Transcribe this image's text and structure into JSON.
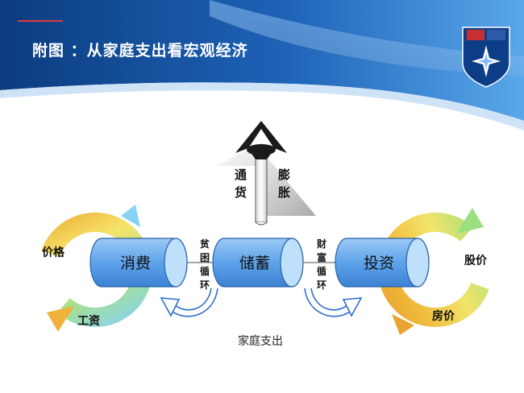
{
  "title": "附图 ：从家庭支出看宏观经济",
  "badge": {
    "icon": "compass-star-shield-icon"
  },
  "center_arrow": {
    "label_left": [
      "通",
      "货"
    ],
    "label_right": [
      "膨",
      "胀"
    ]
  },
  "cylinders": {
    "left": "消费",
    "middle": "储蓄",
    "right": "投资"
  },
  "links": {
    "left": [
      "贫",
      "困",
      "循",
      "环"
    ],
    "right": [
      "财",
      "富",
      "循",
      "环"
    ]
  },
  "left_cycle": {
    "top": "价格",
    "bottom": "工资"
  },
  "right_cycle": {
    "top": "股价",
    "bottom": "房价"
  },
  "caption": "家庭支出",
  "colors": {
    "header_dark": "#0a3f86",
    "header_light": "#2f7fd2",
    "cylinder": "#66a8ec",
    "cylinder_end": "#3f86dd",
    "arrow_blue": "#2f6fc8"
  }
}
